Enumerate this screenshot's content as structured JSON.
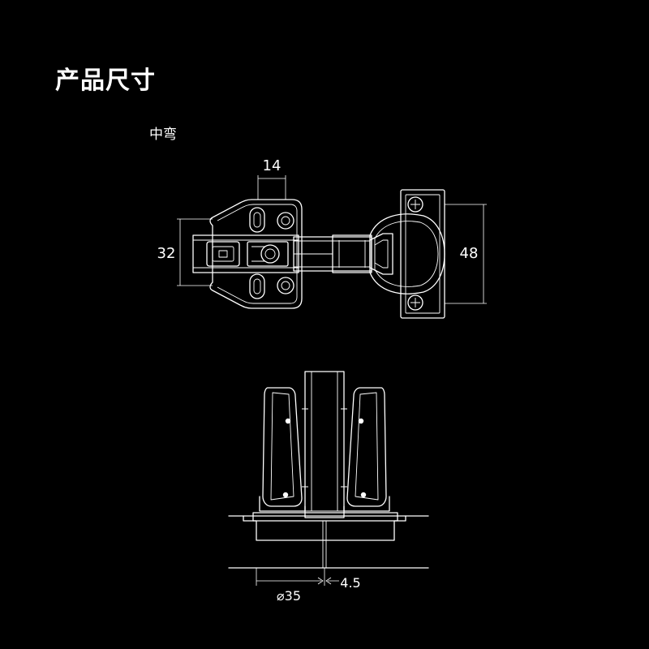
{
  "page": {
    "title": "产品尺寸",
    "subtitle": "中弯"
  },
  "dimensions": {
    "arm_width": "14",
    "base_height": "32",
    "plate_height": "48",
    "cup_diameter": "35",
    "cup_diameter_symbol": "⌀",
    "cup_offset": "4.5"
  },
  "colors": {
    "background": "#000000",
    "line": "#ffffff"
  }
}
